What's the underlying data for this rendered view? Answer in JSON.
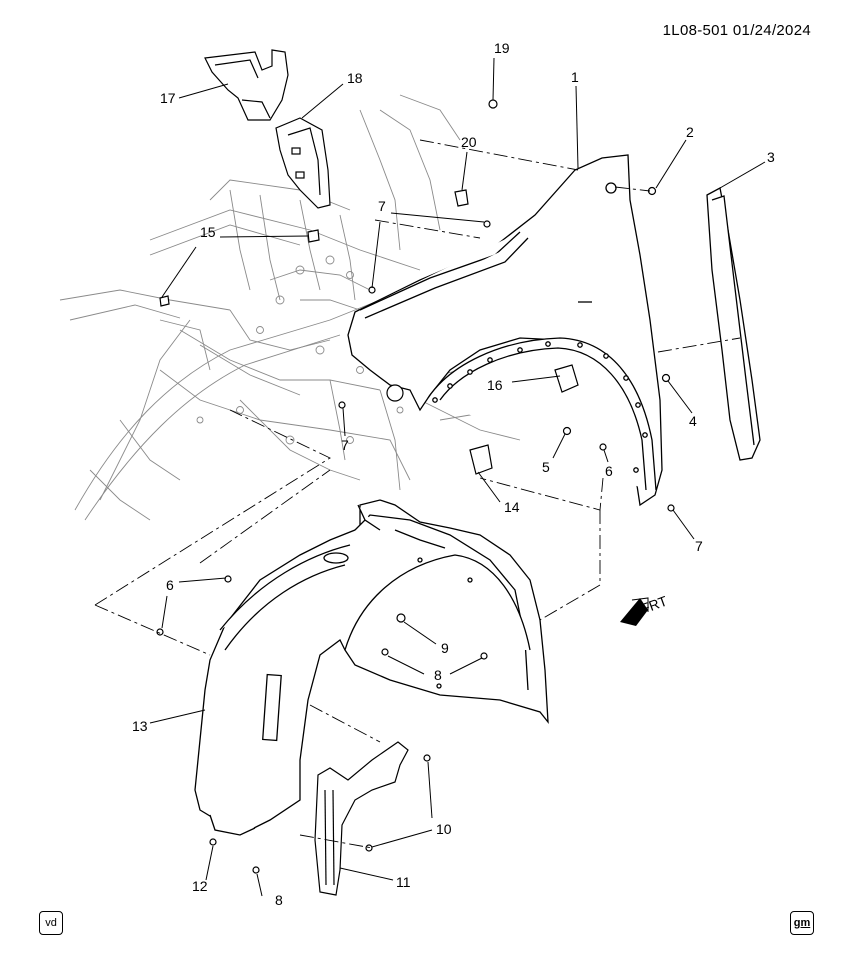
{
  "diagram_id": "1L08-501 01/24/2024",
  "callouts": {
    "c1": "1",
    "c2": "2",
    "c3": "3",
    "c4": "4",
    "c5": "5",
    "c6a": "6",
    "c6b": "6",
    "c7a": "7",
    "c7b": "7",
    "c7c": "7",
    "c8a": "8",
    "c8b": "8",
    "c9": "9",
    "c10": "10",
    "c11": "11",
    "c12": "12",
    "c13": "13",
    "c14": "14",
    "c15": "15",
    "c16": "16",
    "c17": "17",
    "c18": "18",
    "c19": "19",
    "c20": "20"
  },
  "direction_label": "FRT",
  "badges": {
    "left": "vd",
    "right": "gm"
  },
  "colors": {
    "line": "#000000",
    "background": "#ffffff",
    "body_gray": "#888888"
  }
}
